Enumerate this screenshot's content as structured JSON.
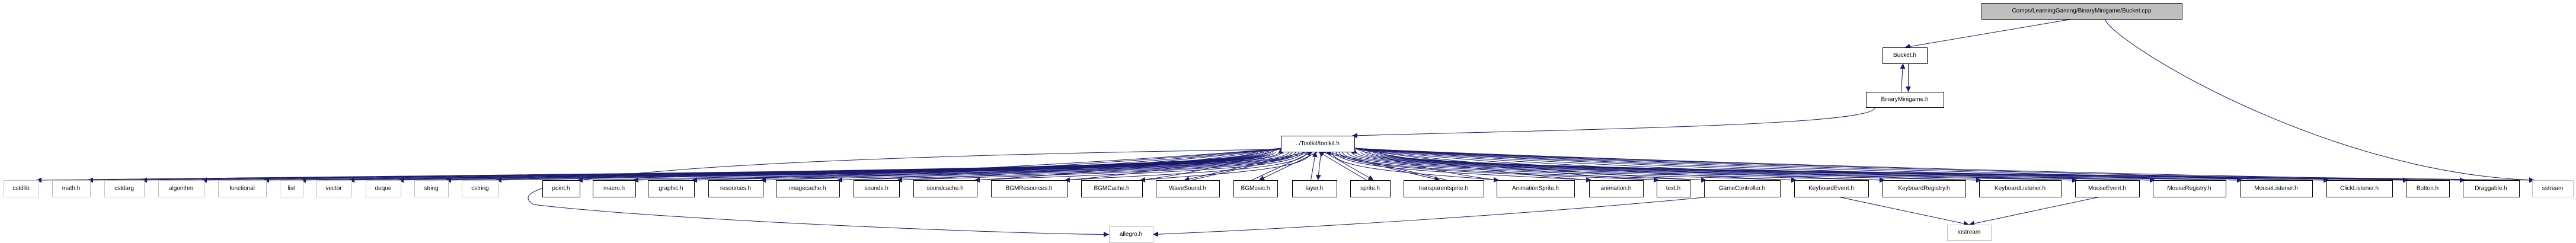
{
  "graph": {
    "type": "include-dependency-graph",
    "edge_color": "#191970",
    "nodes": [
      {
        "id": "bucket_cpp",
        "label": "Comps/LearningGaming/BinaryMinigame/Bucket.cpp",
        "kind": "root"
      },
      {
        "id": "bucket_h",
        "label": "Bucket.h",
        "kind": "doc"
      },
      {
        "id": "binaryminigame_h",
        "label": "BinaryMinigame.h",
        "kind": "doc"
      },
      {
        "id": "toolkit_h",
        "label": "../Toolkit/toolkit.h",
        "kind": "doc"
      },
      {
        "id": "cstdlib",
        "label": "cstdlib",
        "kind": "ext"
      },
      {
        "id": "math_h",
        "label": "math.h",
        "kind": "ext"
      },
      {
        "id": "cstdarg",
        "label": "cstdarg",
        "kind": "ext"
      },
      {
        "id": "algorithm",
        "label": "algorithm",
        "kind": "ext"
      },
      {
        "id": "functional",
        "label": "functional",
        "kind": "ext"
      },
      {
        "id": "list",
        "label": "list",
        "kind": "ext"
      },
      {
        "id": "vector",
        "label": "vector",
        "kind": "ext"
      },
      {
        "id": "deque",
        "label": "deque",
        "kind": "ext"
      },
      {
        "id": "string",
        "label": "string",
        "kind": "ext"
      },
      {
        "id": "cstring",
        "label": "cstring",
        "kind": "ext"
      },
      {
        "id": "point_h",
        "label": "point.h",
        "kind": "doc"
      },
      {
        "id": "macro_h",
        "label": "macro.h",
        "kind": "doc"
      },
      {
        "id": "graphic_h",
        "label": "graphic.h",
        "kind": "doc"
      },
      {
        "id": "resources_h",
        "label": "resources.h",
        "kind": "doc"
      },
      {
        "id": "imagecache_h",
        "label": "imagecache.h",
        "kind": "doc"
      },
      {
        "id": "sounds_h",
        "label": "sounds.h",
        "kind": "doc"
      },
      {
        "id": "soundcache_h",
        "label": "soundcache.h",
        "kind": "doc"
      },
      {
        "id": "bgmresources_h",
        "label": "BGMResources.h",
        "kind": "doc"
      },
      {
        "id": "bgmcache_h",
        "label": "BGMCache.h",
        "kind": "doc"
      },
      {
        "id": "wavesound_h",
        "label": "WaveSound.h",
        "kind": "doc"
      },
      {
        "id": "bgmusic_h",
        "label": "BGMusic.h",
        "kind": "doc"
      },
      {
        "id": "layer_h",
        "label": "layer.h",
        "kind": "doc"
      },
      {
        "id": "sprite_h",
        "label": "sprite.h",
        "kind": "doc"
      },
      {
        "id": "transparentsprite_h",
        "label": "transparentsprite.h",
        "kind": "doc"
      },
      {
        "id": "animationsprite_h",
        "label": "AnimationSprite.h",
        "kind": "doc"
      },
      {
        "id": "animation_h",
        "label": "animation.h",
        "kind": "doc"
      },
      {
        "id": "text_h",
        "label": "text.h",
        "kind": "doc"
      },
      {
        "id": "gamecontroller_h",
        "label": "GameController.h",
        "kind": "doc"
      },
      {
        "id": "keyboardevent_h",
        "label": "KeyboardEvent.h",
        "kind": "doc"
      },
      {
        "id": "keyboardregistry_h",
        "label": "KeyboardRegistry.h",
        "kind": "doc"
      },
      {
        "id": "keyboardlistener_h",
        "label": "KeyboardListener.h",
        "kind": "doc"
      },
      {
        "id": "mouseevent_h",
        "label": "MouseEvent.h",
        "kind": "doc"
      },
      {
        "id": "mouseregistry_h",
        "label": "MouseRegistry.h",
        "kind": "doc"
      },
      {
        "id": "mouselistener_h",
        "label": "MouseListener.h",
        "kind": "doc"
      },
      {
        "id": "clicklistener_h",
        "label": "ClickListener.h",
        "kind": "doc"
      },
      {
        "id": "button_h",
        "label": "Button.h",
        "kind": "doc"
      },
      {
        "id": "draggable_h",
        "label": "Draggable.h",
        "kind": "doc"
      },
      {
        "id": "sstream",
        "label": "sstream",
        "kind": "ext"
      },
      {
        "id": "allegro_h",
        "label": "allegro.h",
        "kind": "ext"
      },
      {
        "id": "iostream",
        "label": "iostream",
        "kind": "ext"
      }
    ],
    "edges": [
      [
        "bucket_cpp",
        "bucket_h"
      ],
      [
        "bucket_cpp",
        "sstream"
      ],
      [
        "bucket_h",
        "binaryminigame_h"
      ],
      [
        "binaryminigame_h",
        "bucket_h"
      ],
      [
        "binaryminigame_h",
        "toolkit_h"
      ],
      [
        "toolkit_h",
        "cstdlib"
      ],
      [
        "toolkit_h",
        "math_h"
      ],
      [
        "toolkit_h",
        "cstdarg"
      ],
      [
        "toolkit_h",
        "algorithm"
      ],
      [
        "toolkit_h",
        "functional"
      ],
      [
        "toolkit_h",
        "list"
      ],
      [
        "toolkit_h",
        "vector"
      ],
      [
        "toolkit_h",
        "deque"
      ],
      [
        "toolkit_h",
        "string"
      ],
      [
        "toolkit_h",
        "cstring"
      ],
      [
        "toolkit_h",
        "point_h"
      ],
      [
        "toolkit_h",
        "macro_h"
      ],
      [
        "toolkit_h",
        "graphic_h"
      ],
      [
        "toolkit_h",
        "resources_h"
      ],
      [
        "toolkit_h",
        "imagecache_h"
      ],
      [
        "toolkit_h",
        "sounds_h"
      ],
      [
        "toolkit_h",
        "soundcache_h"
      ],
      [
        "toolkit_h",
        "bgmresources_h"
      ],
      [
        "toolkit_h",
        "bgmcache_h"
      ],
      [
        "toolkit_h",
        "wavesound_h"
      ],
      [
        "toolkit_h",
        "bgmusic_h"
      ],
      [
        "toolkit_h",
        "layer_h"
      ],
      [
        "toolkit_h",
        "sprite_h"
      ],
      [
        "toolkit_h",
        "transparentsprite_h"
      ],
      [
        "toolkit_h",
        "animationsprite_h"
      ],
      [
        "toolkit_h",
        "animation_h"
      ],
      [
        "toolkit_h",
        "text_h"
      ],
      [
        "toolkit_h",
        "gamecontroller_h"
      ],
      [
        "toolkit_h",
        "keyboardevent_h"
      ],
      [
        "toolkit_h",
        "keyboardregistry_h"
      ],
      [
        "toolkit_h",
        "keyboardlistener_h"
      ],
      [
        "toolkit_h",
        "mouseevent_h"
      ],
      [
        "toolkit_h",
        "mouseregistry_h"
      ],
      [
        "toolkit_h",
        "mouselistener_h"
      ],
      [
        "toolkit_h",
        "clicklistener_h"
      ],
      [
        "toolkit_h",
        "button_h"
      ],
      [
        "toolkit_h",
        "draggable_h"
      ],
      [
        "toolkit_h",
        "sstream"
      ],
      [
        "toolkit_h",
        "allegro_h"
      ],
      [
        "graphic_h",
        "toolkit_h"
      ],
      [
        "resources_h",
        "toolkit_h"
      ],
      [
        "imagecache_h",
        "toolkit_h"
      ],
      [
        "sounds_h",
        "toolkit_h"
      ],
      [
        "soundcache_h",
        "toolkit_h"
      ],
      [
        "bgmresources_h",
        "toolkit_h"
      ],
      [
        "bgmcache_h",
        "toolkit_h"
      ],
      [
        "wavesound_h",
        "toolkit_h"
      ],
      [
        "bgmusic_h",
        "toolkit_h"
      ],
      [
        "layer_h",
        "toolkit_h"
      ],
      [
        "sprite_h",
        "toolkit_h"
      ],
      [
        "transparentsprite_h",
        "toolkit_h"
      ],
      [
        "animationsprite_h",
        "toolkit_h"
      ],
      [
        "animation_h",
        "toolkit_h"
      ],
      [
        "text_h",
        "toolkit_h"
      ],
      [
        "gamecontroller_h",
        "toolkit_h"
      ],
      [
        "keyboardevent_h",
        "toolkit_h"
      ],
      [
        "keyboardregistry_h",
        "toolkit_h"
      ],
      [
        "keyboardlistener_h",
        "toolkit_h"
      ],
      [
        "mouseevent_h",
        "toolkit_h"
      ],
      [
        "mouseregistry_h",
        "toolkit_h"
      ],
      [
        "mouselistener_h",
        "toolkit_h"
      ],
      [
        "clicklistener_h",
        "toolkit_h"
      ],
      [
        "button_h",
        "toolkit_h"
      ],
      [
        "draggable_h",
        "toolkit_h"
      ],
      [
        "gamecontroller_h",
        "allegro_h"
      ],
      [
        "keyboardevent_h",
        "iostream"
      ],
      [
        "mouseevent_h",
        "iostream"
      ]
    ]
  }
}
